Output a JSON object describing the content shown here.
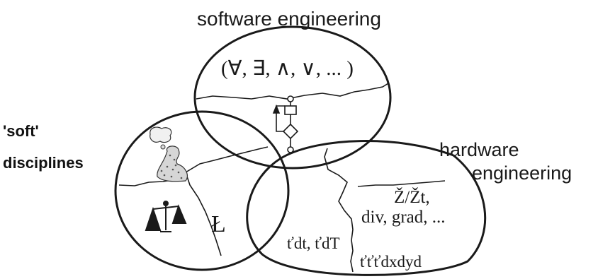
{
  "labels": {
    "software": "software engineering",
    "hardware_line1": "hardware",
    "hardware_line2": "engineering",
    "soft_line1": "'soft'",
    "soft_line2": "disciplines"
  },
  "formulas": {
    "logic": "(∀, ∃, ∧, ∨, ... )",
    "hw1": "Ž/Žt,",
    "hw2": "div, grad, ...",
    "hw3": "ťdt, ťdT",
    "hw4": "ťťťdxdyd",
    "soft_symbol": "Ł"
  },
  "icons": {
    "flowchart": "flowchart-icon",
    "scales": "balance-scales-icon",
    "person": "person-thought-bubble-icon"
  },
  "colors": {
    "ink": "#1a1a1a",
    "background": "#ffffff"
  }
}
